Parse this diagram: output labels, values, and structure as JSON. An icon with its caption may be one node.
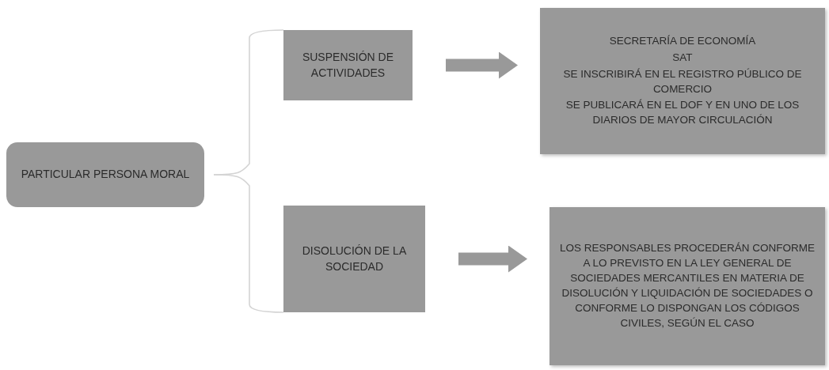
{
  "diagram": {
    "nodes": [
      {
        "text": [
          "PARTICULAR PERSONA MORAL"
        ]
      },
      {
        "text": [
          "SUSPENSIÓN DE ACTIVIDADES"
        ]
      },
      {
        "text": [
          "DISOLUCIÓN DE LA SOCIEDAD"
        ]
      },
      {
        "text": [
          "SECRETARÍA DE ECONOMÍA",
          "SAT",
          "SE INSCRIBIRÁ EN EL REGISTRO PÚBLICO DE COMERCIO",
          "SE PUBLICARÁ EN EL DOF Y EN UNO DE LOS DIARIOS DE MAYOR CIRCULACIÓN"
        ]
      },
      {
        "text": [
          "LOS RESPONSABLES PROCEDERÁN CONFORME A LO PREVISTO EN LA LEY GENERAL DE SOCIEDADES MERCANTILES EN MATERIA DE DISOLUCIÓN Y LIQUIDACIÓN DE SOCIEDADES O CONFORME LO DISPONGAN LOS CÓDIGOS CIVILES, SEGÚN EL CASO"
        ]
      }
    ],
    "edges": [
      {
        "from": 0,
        "to": 1,
        "arrow": "none"
      },
      {
        "from": 0,
        "to": 2,
        "arrow": "none"
      },
      {
        "from": 1,
        "to": 3,
        "arrow": "to",
        "style": "thick",
        "color": "#999999"
      },
      {
        "from": 2,
        "to": 4,
        "arrow": "to",
        "style": "thick",
        "color": "#999999"
      }
    ]
  }
}
